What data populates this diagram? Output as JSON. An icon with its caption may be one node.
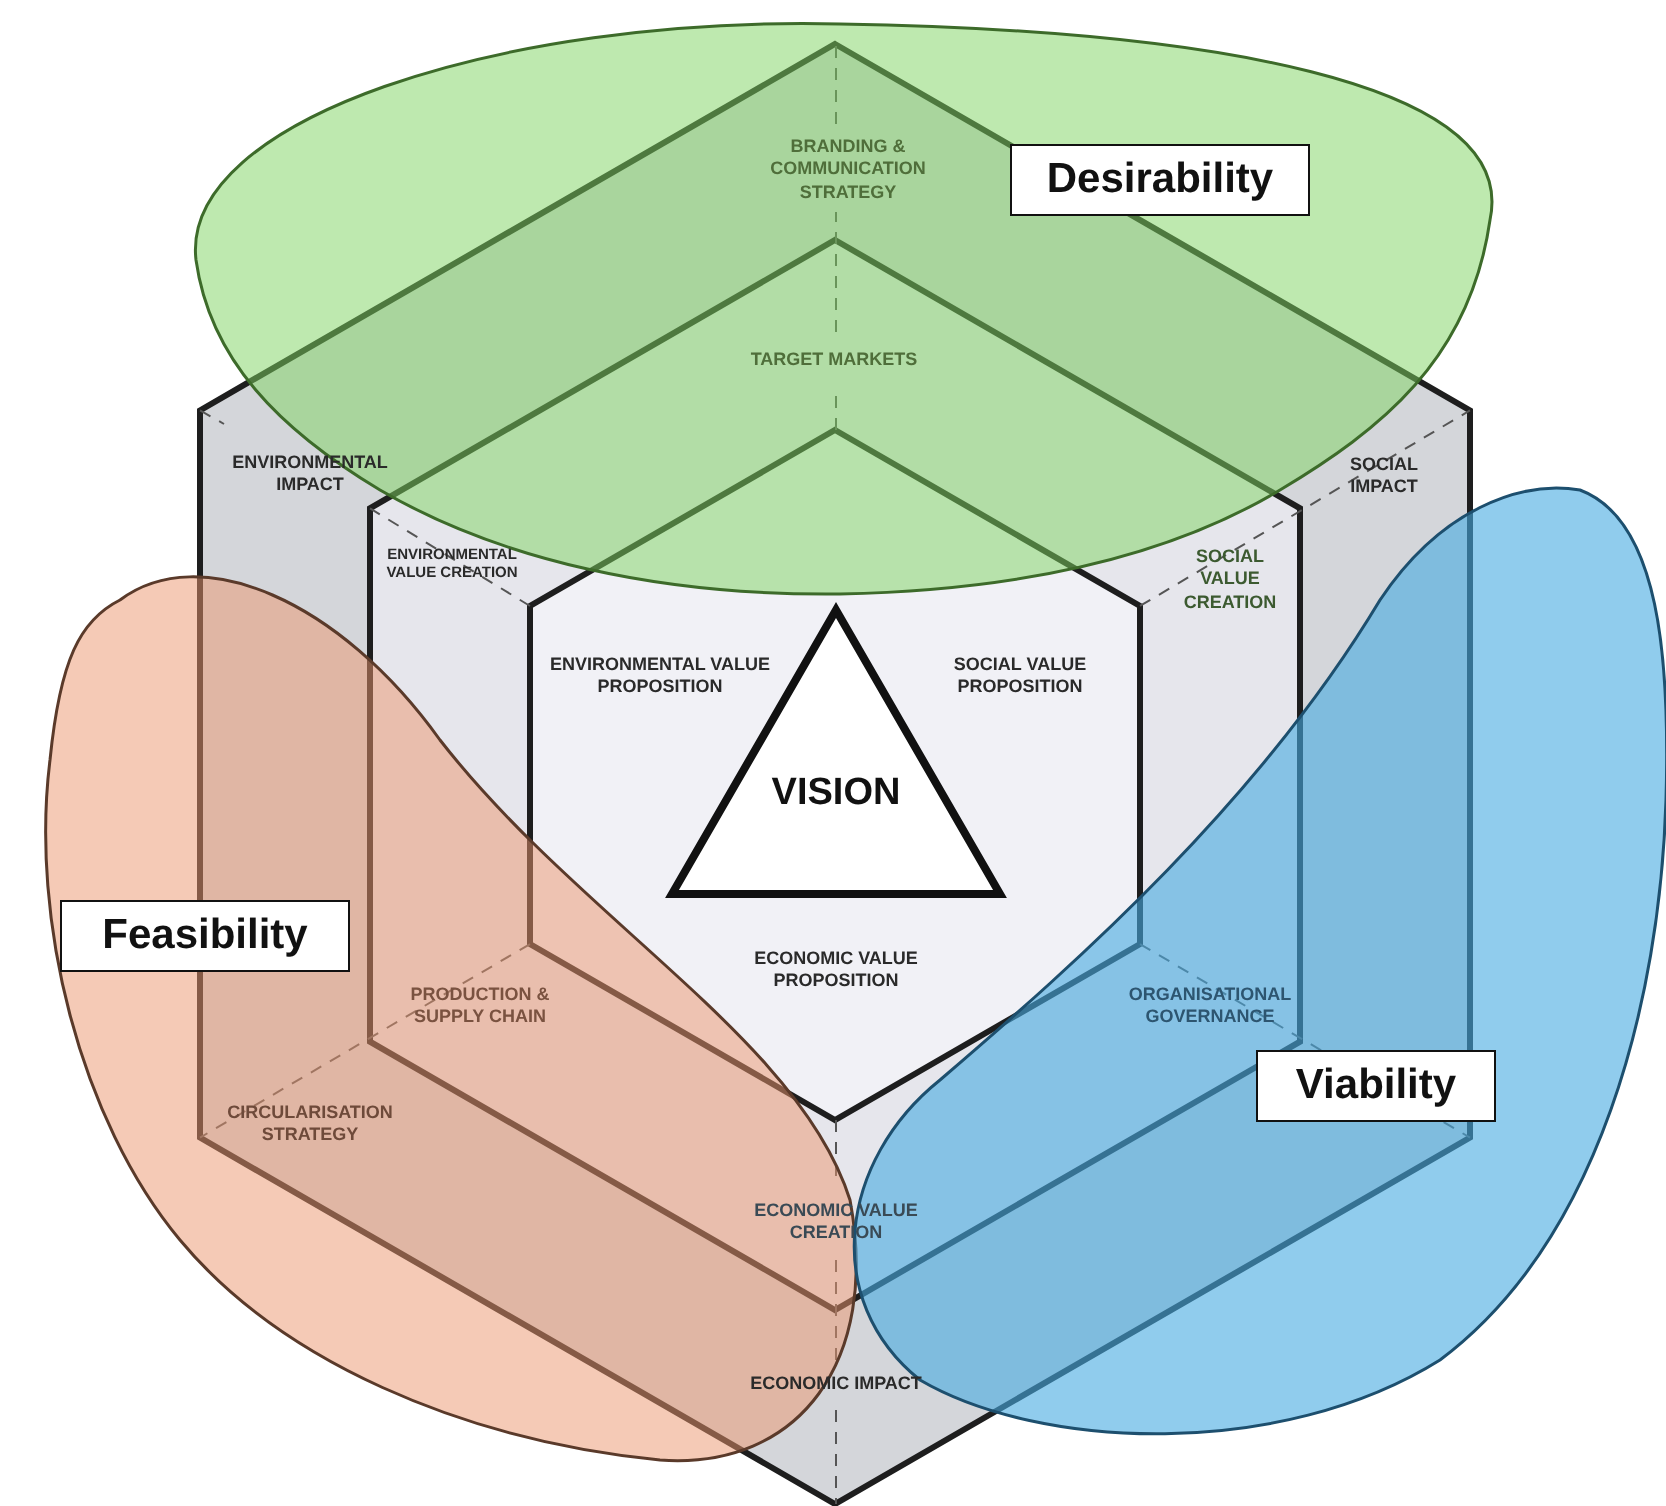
{
  "diagram": {
    "nodes": [
      {
        "text": [
          "BRANDING & COMMUNICATION STRATEGY",
          "ENVIRONMENTAL IMPACT",
          "SOCIAL IMPACT",
          "CIRCULARISATION STRATEGY",
          "ECONOMIC IMPACT"
        ]
      },
      {
        "text": [
          "TARGET MARKETS",
          "ENVIRONMENTAL VALUE CREATION",
          "SOCIAL VALUE CREATION",
          "PRODUCTION & SUPPLY CHAIN",
          "ORGANISATIONAL GOVERNANCE",
          "ECONOMIC VALUE CREATION"
        ],
        "in": 0
      },
      {
        "text": [
          "ENVIRONMENTAL VALUE PROPOSITION",
          "SOCIAL VALUE PROPOSITION",
          "ECONOMIC VALUE PROPOSITION"
        ],
        "in": 1
      },
      {
        "text": [
          "VISION"
        ],
        "in": 2
      },
      {
        "text": [
          "Desirability"
        ]
      },
      {
        "text": [
          "Feasibility"
        ]
      },
      {
        "text": [
          "Viability"
        ]
      }
    ]
  }
}
